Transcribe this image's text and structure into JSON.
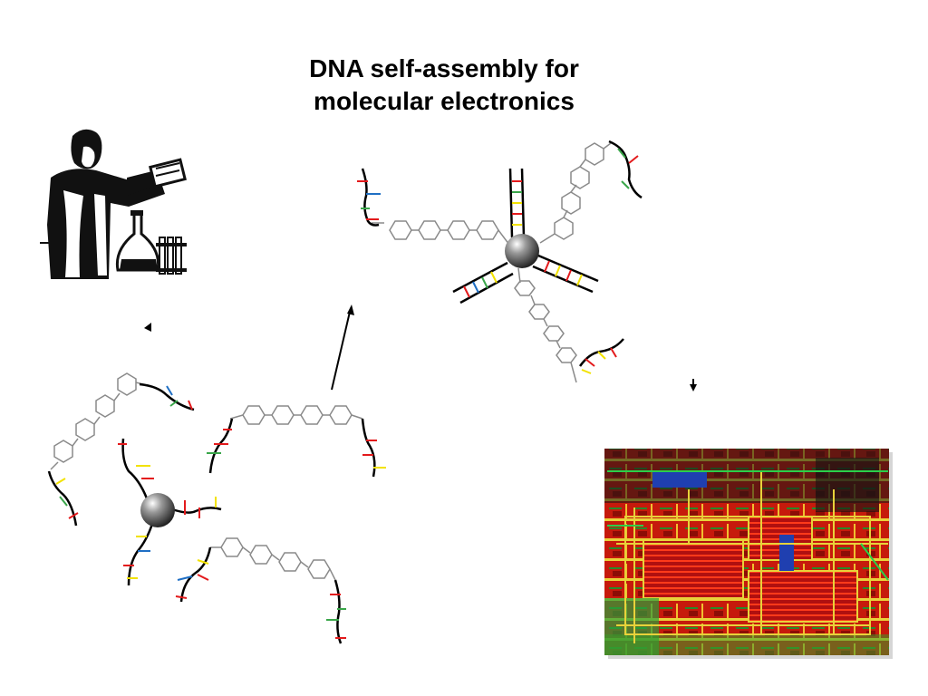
{
  "slide": {
    "title_line1": "DNA self-assembly for",
    "title_line2": "molecular electronics"
  },
  "figures": {
    "scientist": "scientist-with-flask-illustration",
    "nanoparticle": "gold-nanoparticle-sphere",
    "chip": "integrated-circuit-micrograph"
  },
  "colors": {
    "base_red": "#e31a1c",
    "base_blue": "#1f6fc4",
    "base_green": "#3aa64a",
    "base_yellow": "#f2e200",
    "strand": "#000000",
    "linker": "#8a8a8a"
  }
}
